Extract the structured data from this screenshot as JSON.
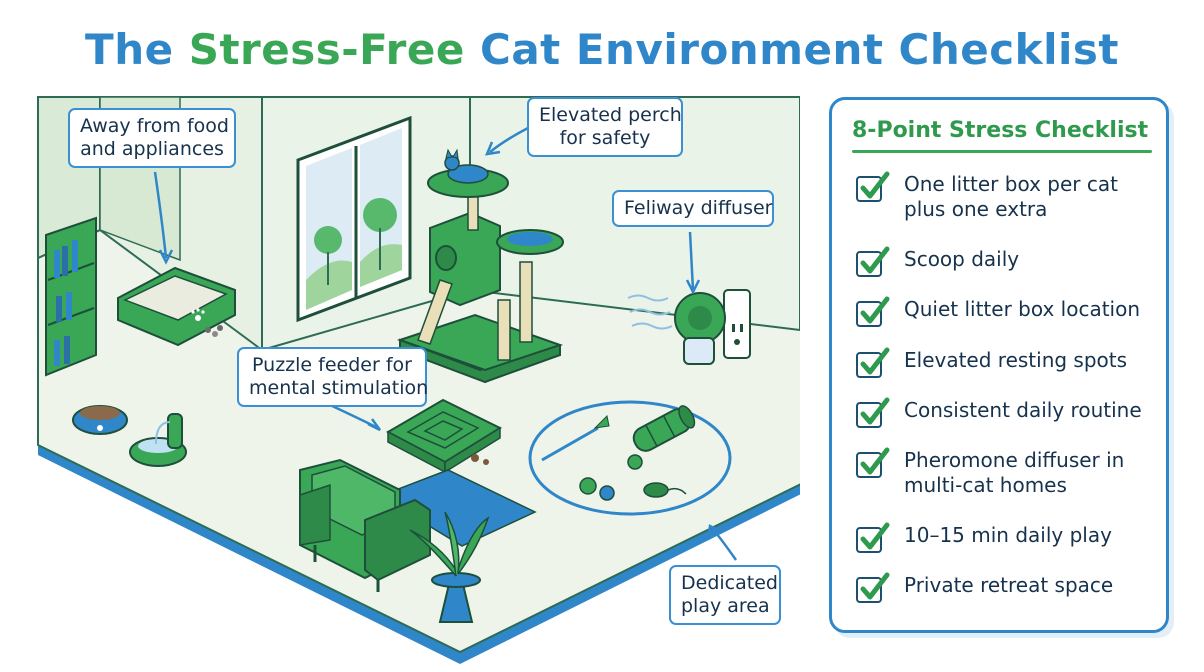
{
  "title": {
    "part1": "The ",
    "part2": "Stress-Free",
    "part3": " Cat Environment Checklist"
  },
  "colors": {
    "blue": "#2f86c9",
    "green": "#3aa757",
    "dark_green": "#2e8a49",
    "navy": "#17324d",
    "floor": "#eef4ea",
    "wall": "#d9ead6"
  },
  "callouts": {
    "litter_location": [
      "Away from food",
      "and appliances"
    ],
    "perch": [
      "Elevated perch",
      "for safety"
    ],
    "diffuser": [
      "Feliway diffuser"
    ],
    "puzzle": [
      "Puzzle feeder for",
      "mental stimulation"
    ],
    "play_area": [
      "Dedicated",
      "play area"
    ]
  },
  "checklist": {
    "title": "8-Point Stress Checklist",
    "items": [
      [
        "One litter box per cat",
        "plus one extra"
      ],
      [
        "Scoop daily"
      ],
      [
        "Quiet litter box location"
      ],
      [
        "Elevated resting spots"
      ],
      [
        "Consistent daily routine"
      ],
      [
        "Pheromone diffuser in",
        "multi-cat homes"
      ],
      [
        "10–15 min daily play"
      ],
      [
        "Private retreat space"
      ]
    ]
  },
  "icons": [
    "check-icon",
    "cat-icon",
    "paw-icon",
    "outlet-icon",
    "arrow-icon"
  ]
}
